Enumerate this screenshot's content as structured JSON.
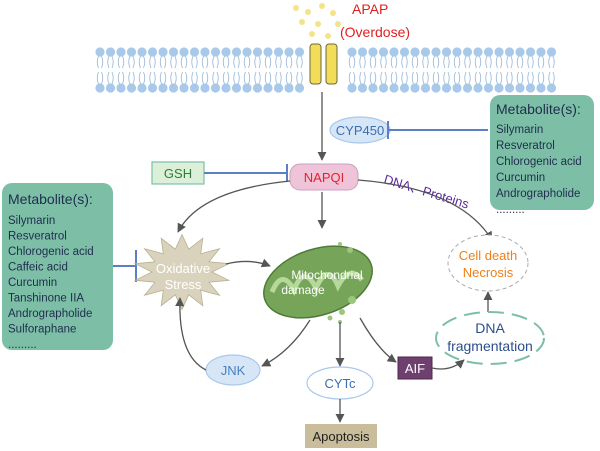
{
  "drug": {
    "name": "APAP",
    "condition": "(Overdose)"
  },
  "nodes": {
    "cyp450": "CYP450",
    "gsh": "GSH",
    "napqi": "NAPQI",
    "dna_proteins": "DNA、Proteins",
    "oxidative": {
      "line1": "Oxidative",
      "line2": "Stress"
    },
    "mito": {
      "line1": "Mitochondrial",
      "line2": "damage"
    },
    "cell_death": {
      "line1": "Cell death",
      "line2": "Necrosis"
    },
    "dna_frag": {
      "line1": "DNA",
      "line2": "fragmentation"
    },
    "jnk": "JNK",
    "cytc": "CYTc",
    "aif": "AIF",
    "apoptosis": "Apoptosis"
  },
  "metabolites_right": {
    "title": "Metabolite(s):",
    "items": [
      "Silymarin",
      "Resveratrol",
      "Chlorogenic acid",
      "Curcumin",
      "Andrographolide",
      "........."
    ]
  },
  "metabolites_left": {
    "title": "Metabolite(s):",
    "items": [
      "Silymarin",
      "Resveratrol",
      "Chlorogenic acid",
      "Caffeic acid",
      "Curcumin",
      "Tanshinone IIA",
      "Andrographolide",
      "Sulforaphane",
      "........."
    ]
  },
  "colors": {
    "apap_text": "#e02020",
    "membrane": "#a9c9ea",
    "channel": "#f2dc5a",
    "box_green": "#7dbfa6",
    "inhibit_line": "#5b7fc7",
    "napqi_fill": "#efc4d8",
    "napqi_text": "#e0242e",
    "dna_proteins_text": "#5a2a9a",
    "cell_death_text": "#ef7f1a",
    "jnk_fill": "#d6e6f7",
    "aif_fill": "#6f3f6f",
    "apoptosis_fill": "#c9bd9c",
    "star_fill": "#d9d3bd",
    "mito_fill": "#76a55a"
  }
}
